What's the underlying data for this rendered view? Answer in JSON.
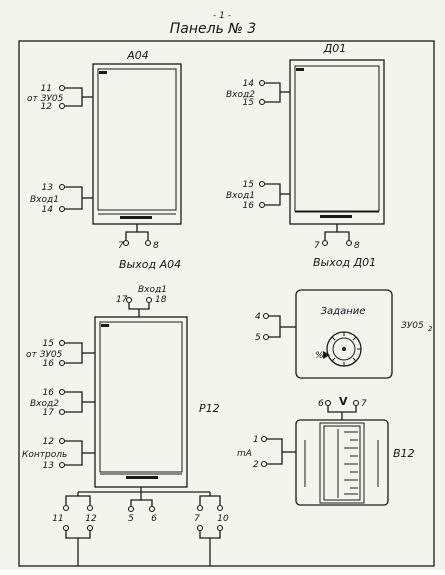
{
  "page_number": "- 1 -",
  "title": "Панель № 3",
  "blocks": {
    "a04": {
      "title": "А04",
      "input1_label": "от ЗУ05",
      "input1_terms": [
        "11",
        "12"
      ],
      "input2_label": "Вход1",
      "input2_terms": [
        "13",
        "14"
      ],
      "output_terms": [
        "7",
        "8"
      ],
      "output_label": "Выход А04"
    },
    "d01": {
      "title": "Д01",
      "input1_label": "Вход2",
      "input1_terms": [
        "14",
        "15"
      ],
      "input2_label": "Вход1",
      "input2_terms": [
        "15",
        "16"
      ],
      "output_terms": [
        "7",
        "8"
      ],
      "output_label": "Выход Д01"
    },
    "p12": {
      "title": "Р12",
      "top_label": "Вход1",
      "top_terms": [
        "17",
        "18"
      ],
      "in1_label": "от ЗУ05",
      "in1_terms": [
        "15",
        "16"
      ],
      "in2_label": "Вход2",
      "in2_terms": [
        "16",
        "17"
      ],
      "in3_label": "Контроль",
      "in3_terms": [
        "12",
        "13"
      ],
      "bottom_terms": [
        "11",
        "12",
        "5",
        "6",
        "7",
        "10"
      ]
    },
    "setpoint": {
      "title": "Задание",
      "device_label": "ЗУ05",
      "device_sub": "2",
      "terms": [
        "4",
        "5"
      ],
      "percent": "%"
    },
    "b12": {
      "title": "В12",
      "label": "mA",
      "terms": [
        "1",
        "2"
      ],
      "top_terms": [
        "6",
        "7"
      ],
      "volt": "V"
    }
  }
}
